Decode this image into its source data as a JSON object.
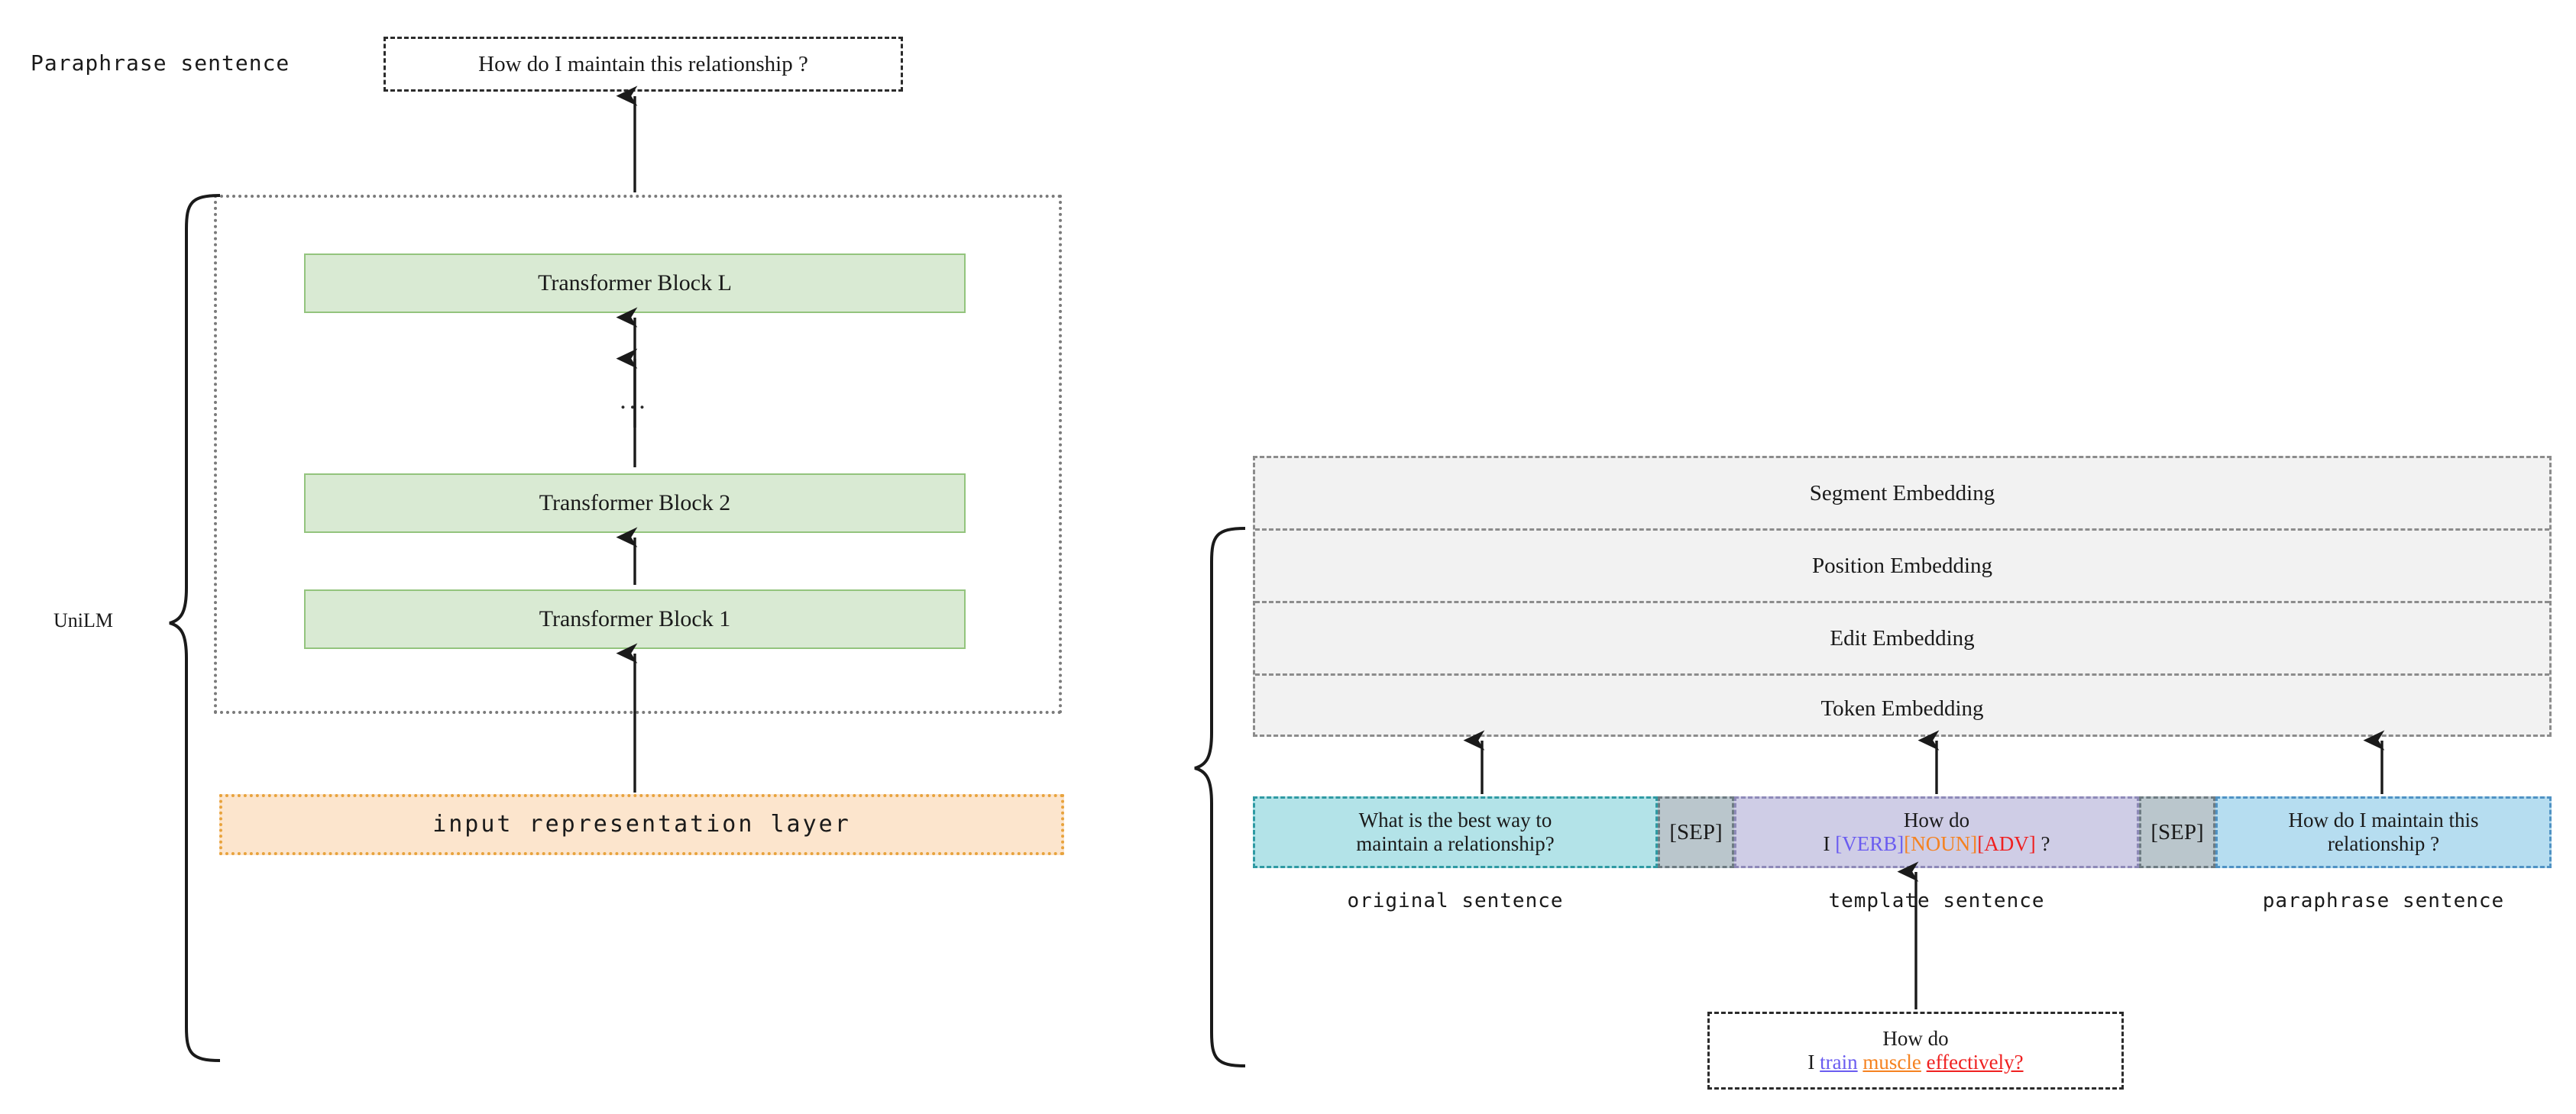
{
  "figure": {
    "left_panel": {
      "output_label": "Paraphrase sentence",
      "output_text": "How do I maintain this relationship ?",
      "model_label": "UniLM",
      "blocks": [
        {
          "label": "Transformer Block L"
        },
        {
          "label": "Transformer Block 2"
        },
        {
          "label": "Transformer Block 1"
        }
      ],
      "ellipsis": "...",
      "input_layer_label": "input representation layer"
    },
    "right_panel": {
      "embeddings": [
        {
          "label": "Segment Embedding"
        },
        {
          "label": "Position Embedding"
        },
        {
          "label": "Edit Embedding"
        },
        {
          "label": "Token Embedding"
        }
      ],
      "sequence": [
        {
          "name": "original",
          "line1": "What is the best way to",
          "line2": "maintain a relationship?",
          "caption": "original sentence"
        },
        {
          "name": "sep-left",
          "text": "[SEP]"
        },
        {
          "name": "template",
          "line1": "How do",
          "tokens": [
            {
              "text": "I",
              "kind": "plain"
            },
            {
              "text": "[VERB]",
              "kind": "verb"
            },
            {
              "text": "[NOUN]",
              "kind": "noun"
            },
            {
              "text": "[ADV]",
              "kind": "adv"
            },
            {
              "text": "?",
              "kind": "plain"
            }
          ],
          "caption": "template sentence"
        },
        {
          "name": "sep-right",
          "text": "[SEP]"
        },
        {
          "name": "paraphrase",
          "line1": "How do I maintain this",
          "line2": "relationship ?",
          "caption": "paraphrase sentence"
        }
      ],
      "source_example": {
        "line1": "How do",
        "tokens": [
          {
            "text": "I",
            "kind": "plain"
          },
          {
            "text": "train",
            "kind": "verb"
          },
          {
            "text": "muscle",
            "kind": "noun"
          },
          {
            "text": "effectively?",
            "kind": "adv"
          }
        ]
      }
    },
    "colors": {
      "green_fill": "#d9ead3",
      "green_border": "#93c47d",
      "orange_fill": "#fce5cd",
      "orange_border": "#e8a33d",
      "embed_fill": "#f2f2f2",
      "original_fill": "#b3e3e8",
      "sep_fill": "#bac6cc",
      "template_fill": "#cfcde6",
      "paraphrase_fill": "#b6ddf0",
      "verb_color": "#6a5cf0",
      "noun_color": "#f58220",
      "adv_color": "#ef2020"
    }
  }
}
